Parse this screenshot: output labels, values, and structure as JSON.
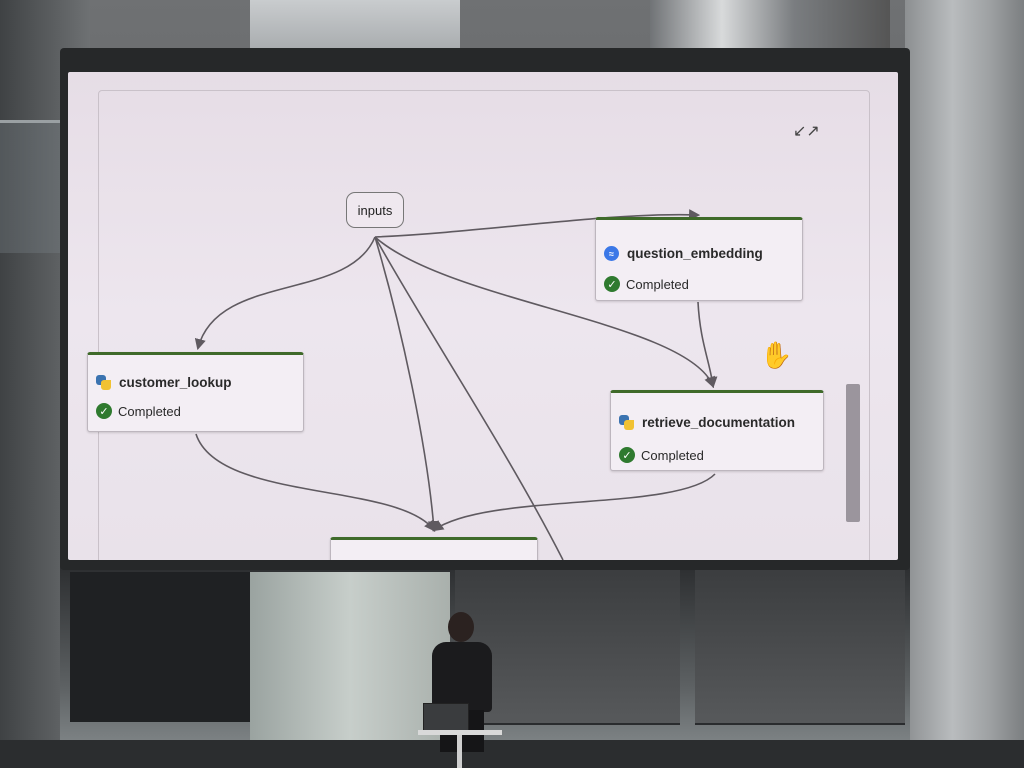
{
  "diagram": {
    "input_node": {
      "label": "inputs"
    },
    "nodes": [
      {
        "key": "question_embedding",
        "title": "question_embedding",
        "status": "Completed",
        "icon": "embedding-icon"
      },
      {
        "key": "customer_lookup",
        "title": "customer_lookup",
        "status": "Completed",
        "icon": "python-icon"
      },
      {
        "key": "retrieve_documentation",
        "title": "retrieve_documentation",
        "status": "Completed",
        "icon": "python-icon"
      }
    ],
    "status_icon": "check-circle-icon",
    "accent_color": "#3f6a2a"
  },
  "controls": {
    "collapse_icon": "collapse-icon",
    "cursor_icon": "hand-cursor-icon"
  }
}
